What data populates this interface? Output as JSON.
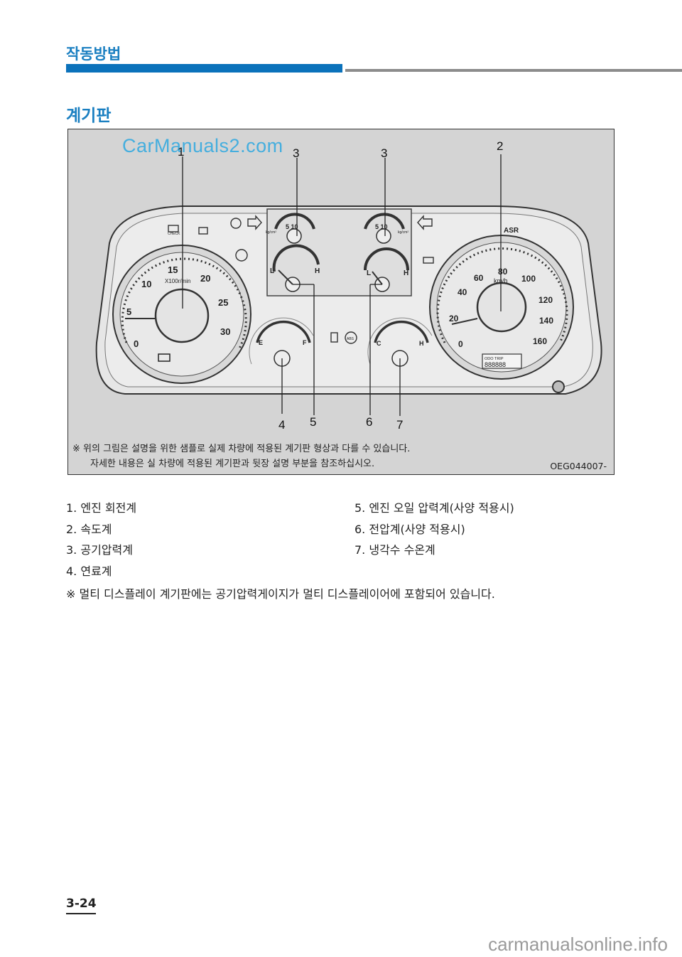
{
  "header": {
    "section_title": "작동방법"
  },
  "page_heading": "계기판",
  "figure": {
    "watermark": "CarManuals2.com",
    "callouts": {
      "c1": "1",
      "c2": "2",
      "c3a": "3",
      "c3b": "3",
      "c4": "4",
      "c5": "5",
      "c6": "6",
      "c7": "7"
    },
    "tachometer": {
      "ticks": [
        "0",
        "5",
        "10",
        "15",
        "20",
        "25",
        "30"
      ],
      "unit": "X100r/min"
    },
    "speedometer": {
      "ticks": [
        "0",
        "20",
        "40",
        "60",
        "80",
        "100",
        "120",
        "140",
        "160"
      ],
      "unit": "km/h",
      "odo_label": "ODO TRIP",
      "odo_value": "888888"
    },
    "air_gauges": {
      "scale": "5 10",
      "unit": "kg/cm²"
    },
    "small_gauges": {
      "oil": {
        "low": "L",
        "high": "H"
      },
      "volt": {
        "low": "L",
        "high": "H"
      },
      "fuel": {
        "low": "E",
        "high": "F"
      },
      "temp": {
        "low": "C",
        "high": "H"
      }
    },
    "warning_labels": {
      "check": "CHECK",
      "asr": "ASR",
      "abs": "ABS"
    },
    "note_line1": "※ 위의 그림은 설명을 위한 샘플로 실제 차량에 적용된 계기판 형상과 다를 수 있습니다.",
    "note_line2": "자세한 내용은 실 차량에 적용된 계기판과 뒷장 설명 부분을 참조하십시오.",
    "image_code": "OEG044007-"
  },
  "list_left": [
    "1. 엔진 회전계",
    "2. 속도계",
    "3. 공기압력계",
    "4. 연료계"
  ],
  "list_right": [
    "5. 엔진 오일 압력계(사양 적용시)",
    "6. 전압계(사양 적용시)",
    "7. 냉각수 수온계"
  ],
  "footnote": "※ 멀티 디스플레이 계기판에는 공기압력게이지가 멀티 디스플레이어에 포함되어 있습니다.",
  "page_number": "3-24",
  "site_footer": "carmanualsonline.info"
}
